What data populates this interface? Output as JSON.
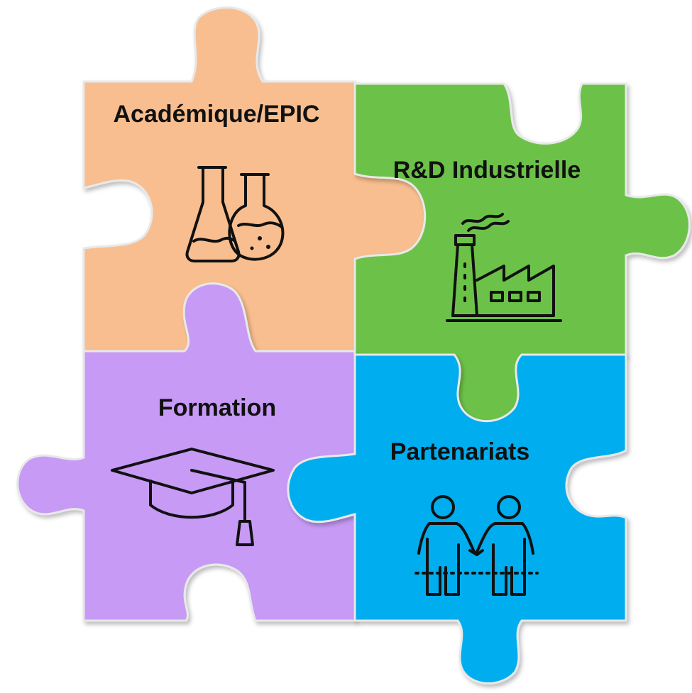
{
  "pieces": {
    "academic": {
      "label": "Académique/EPIC",
      "color": "#F8BE8F",
      "icon": "flask-icon"
    },
    "industry": {
      "label": "R&D Industrielle",
      "color": "#6CC24A",
      "icon": "factory-icon"
    },
    "training": {
      "label": "Formation",
      "color": "#C79AF6",
      "icon": "graduation-cap-icon"
    },
    "partners": {
      "label": "Partenariats",
      "color": "#00ADEF",
      "icon": "handshake-icon"
    }
  },
  "outline_color": "#E8E8E8"
}
